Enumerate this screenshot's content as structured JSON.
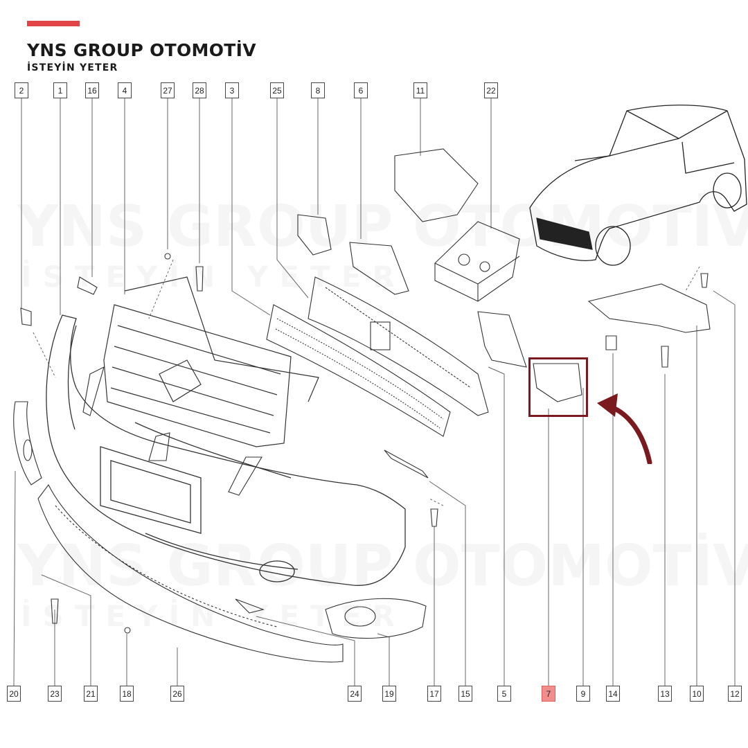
{
  "brand": {
    "name": "YNS GROUP OTOMOTİV",
    "slogan": "İSTEYİN YETER",
    "accent_color": "#e24545"
  },
  "watermark": {
    "line1": "YNS GROUP OTOMOTİV",
    "line2": "İSTEYİN YETER"
  },
  "highlight": {
    "part_number": "7",
    "color": "#7a1a1f",
    "callout_fill": "#f08e8e"
  },
  "callouts_top": [
    "2",
    "1",
    "16",
    "4",
    "27",
    "28",
    "3",
    "25",
    "8",
    "6",
    "11",
    "22"
  ],
  "callouts_bottom": [
    "20",
    "23",
    "21",
    "18",
    "26",
    "24",
    "19",
    "17",
    "15",
    "5",
    "7",
    "9",
    "14",
    "13",
    "10",
    "12"
  ]
}
